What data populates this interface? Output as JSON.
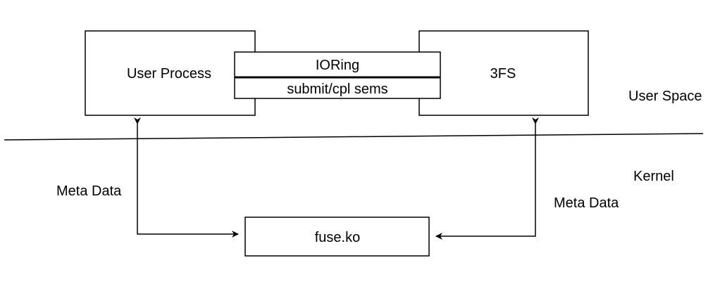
{
  "diagram": {
    "user_process_label": "User Process",
    "fs_label": "3FS",
    "ioring_label": "IORing",
    "sems_label": "submit/cpl sems",
    "fuse_label": "fuse.ko",
    "user_space_label": "User Space",
    "kernel_label": "Kernel",
    "meta_data_left_label": "Meta Data",
    "meta_data_right_label": "Meta Data"
  }
}
